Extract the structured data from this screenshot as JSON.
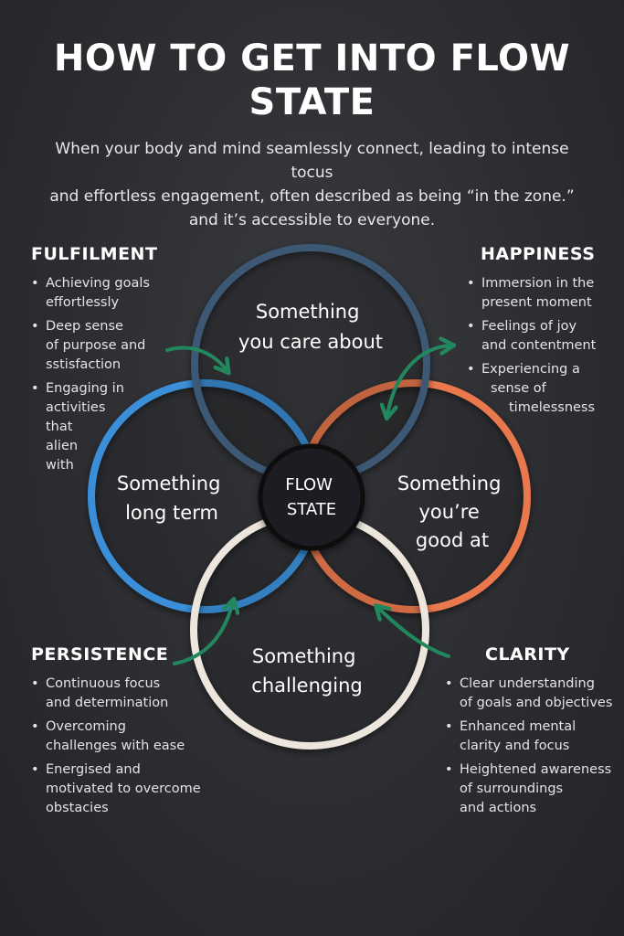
{
  "title": {
    "line1": "HOW TO GET INTO FLOW",
    "line2": "STATE"
  },
  "subtitle": {
    "line1": "When your body and mind seamlessly connect, leading to intense tocus",
    "line2": "and effortless engagement, often described as being “in the zone.”",
    "line3": "and it’s accessible to everyone."
  },
  "circles": {
    "care": {
      "line1": "Something",
      "line2": "you care about",
      "color": "#3d5874"
    },
    "long_term": {
      "line1": "Something",
      "line2": "long term",
      "color": "#3b8fd8"
    },
    "good_at": {
      "line1": "Something",
      "line2": "you’re",
      "line3": "good at",
      "color": "#e9784e"
    },
    "challenging": {
      "line1": "Something",
      "line2": "challenging",
      "color": "#ece6dc"
    }
  },
  "center": {
    "line1": "FLOW",
    "line2": "STATE"
  },
  "arrow_color": "#23875e",
  "sections": {
    "fulfilment": {
      "heading": "FULFILMENT",
      "items": [
        [
          "Achieving goals",
          "effortlessly"
        ],
        [
          "Deep sense",
          "of purpose and",
          "sstisfaction"
        ],
        [
          "Engaging in",
          "activities",
          "that",
          "alien",
          "with"
        ]
      ]
    },
    "happiness": {
      "heading": "HAPPINESS",
      "items": [
        [
          "Immersion in the",
          "present moment"
        ],
        [
          "Feelings of joy",
          "and contentment"
        ],
        [
          "Experiencing a",
          "sense of",
          "timelessness"
        ]
      ]
    },
    "persistence": {
      "heading": "PERSISTENCE",
      "items": [
        [
          "Continuous focus",
          "and determination"
        ],
        [
          "Overcoming",
          "challenges with ease"
        ],
        [
          "Energised and",
          "motivated to overcome",
          "obstacies"
        ]
      ]
    },
    "clarity": {
      "heading": "CLARITY",
      "items": [
        [
          "Clear understanding",
          "of goals and objectives"
        ],
        [
          "Enhanced mental",
          "clarity and focus"
        ],
        [
          "Heightened awareness",
          "of surroundings",
          "and actions"
        ]
      ]
    }
  }
}
